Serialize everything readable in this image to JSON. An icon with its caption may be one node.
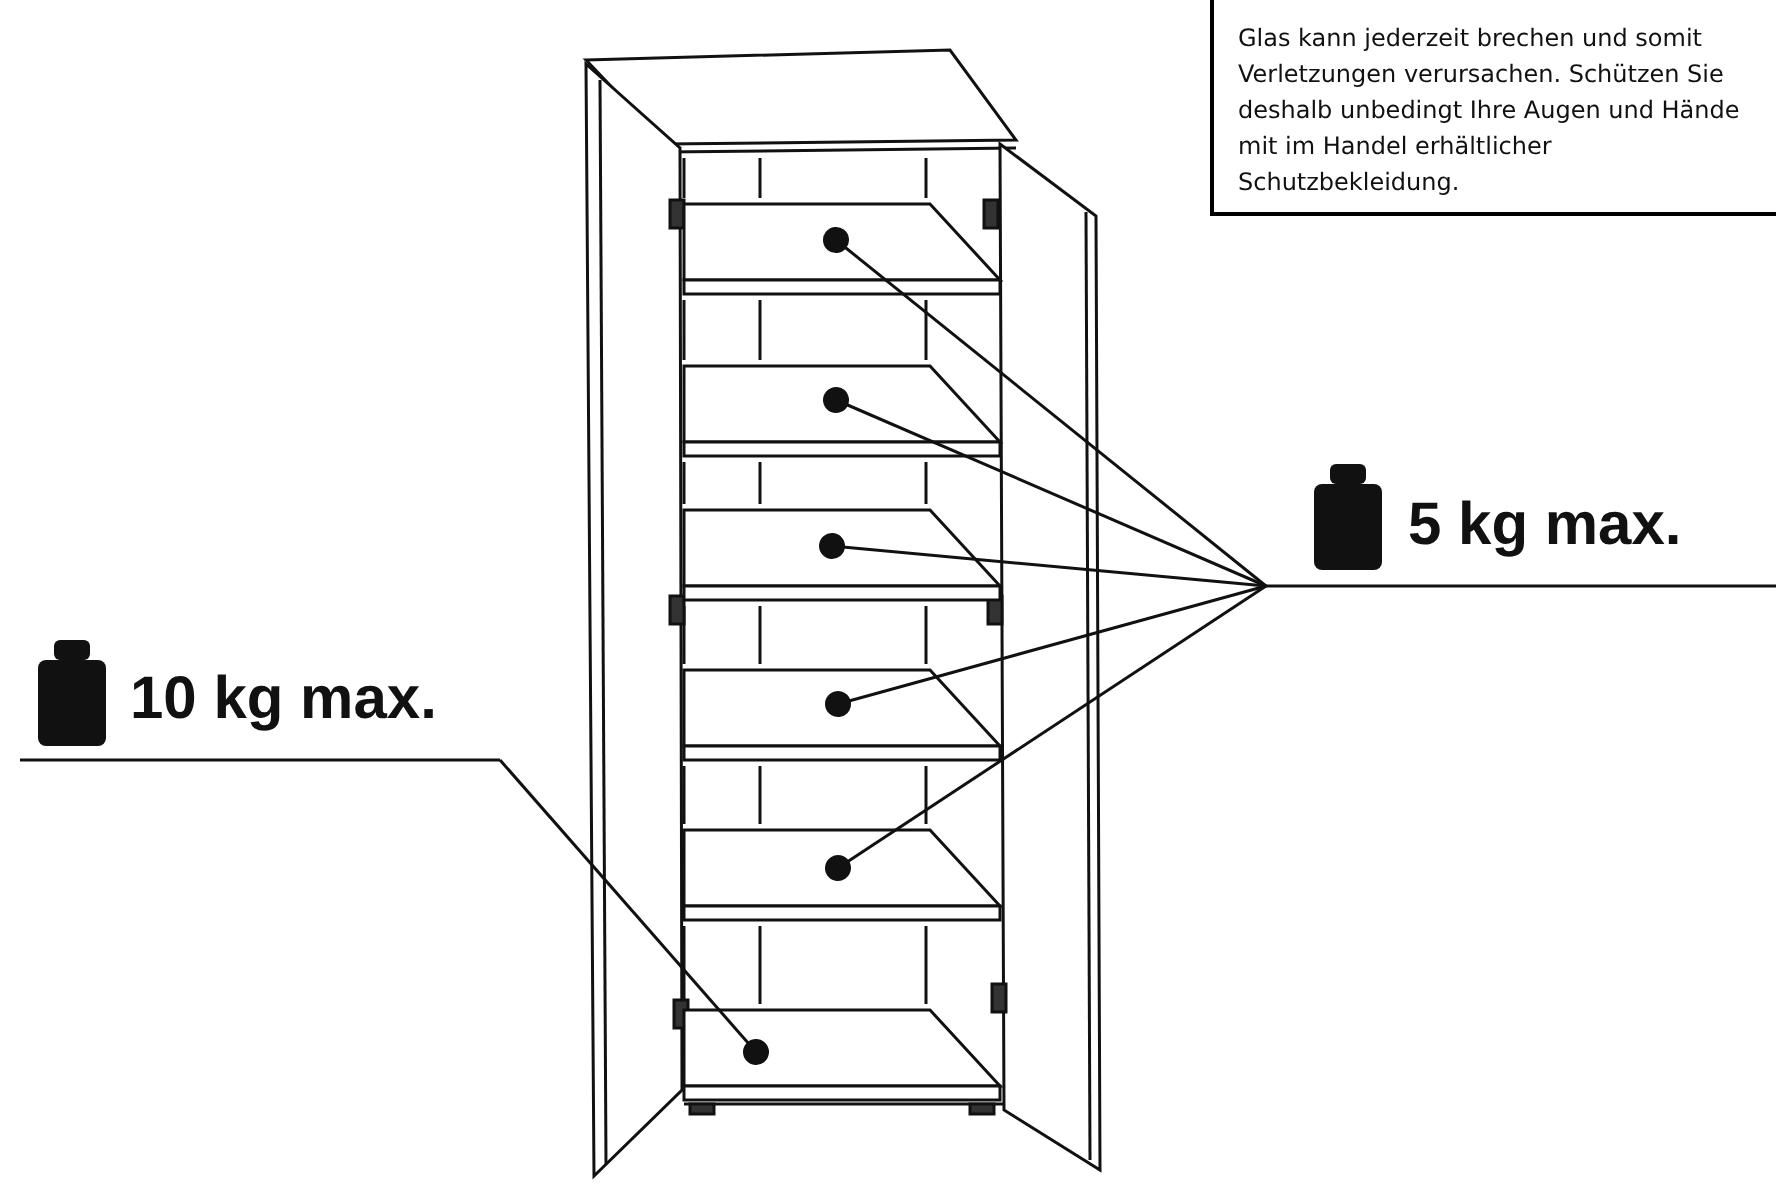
{
  "diagram": {
    "nodes": [
      {
        "text": [
          "Glas kann jederzeit brechen und somit Verletzungen verursachen. Schützen Sie deshalb unbedingt Ihre Augen und Hände mit im Handel erhältlicher Schutzbekleidung."
        ]
      },
      {
        "text": [
          "10 kg max."
        ]
      },
      {
        "text": [
          "5 kg max."
        ]
      },
      {
        "text": [],
        "shape": "box"
      },
      {
        "text": [],
        "shape": "box"
      },
      {
        "text": [],
        "shape": "box"
      },
      {
        "text": [],
        "shape": "box"
      },
      {
        "text": [],
        "shape": "box"
      },
      {
        "text": [],
        "shape": "box"
      }
    ],
    "edges": [
      {
        "from": 2,
        "to": 3,
        "arrow": "other"
      },
      {
        "from": 2,
        "to": 4,
        "arrow": "other"
      },
      {
        "from": 2,
        "to": 5,
        "arrow": "other"
      },
      {
        "from": 2,
        "to": 6,
        "arrow": "other"
      },
      {
        "from": 2,
        "to": 7,
        "arrow": "other"
      },
      {
        "from": 1,
        "to": 8,
        "arrow": "other"
      }
    ]
  }
}
